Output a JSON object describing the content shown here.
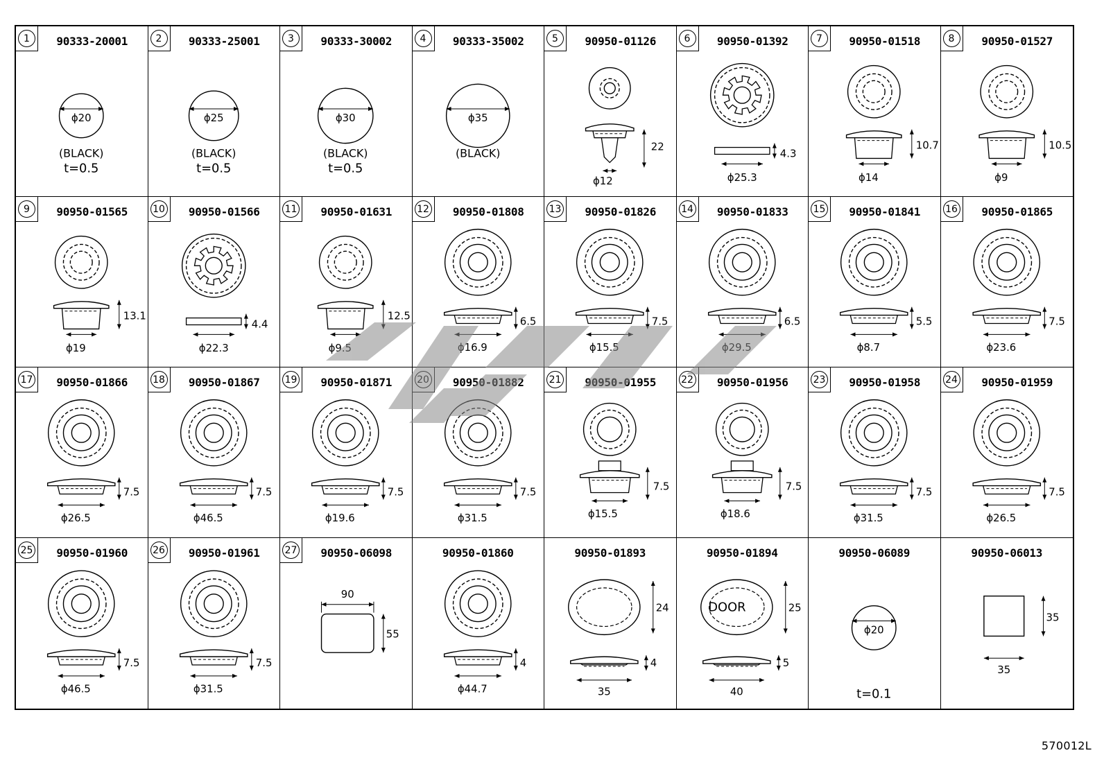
{
  "parts": [
    {
      "index": "1",
      "part_no": "90333-20001",
      "type": "plug",
      "labels": [
        "ϕ20",
        "(BLACK)",
        "t=0.5"
      ]
    },
    {
      "index": "2",
      "part_no": "90333-25001",
      "type": "plug",
      "labels": [
        "ϕ25",
        "(BLACK)",
        "t=0.5"
      ]
    },
    {
      "index": "3",
      "part_no": "90333-30002",
      "type": "plug",
      "labels": [
        "ϕ30",
        "(BLACK)",
        "t=0.5"
      ]
    },
    {
      "index": "4",
      "part_no": "90333-35002",
      "type": "plug",
      "labels": [
        "ϕ35",
        "(BLACK)"
      ]
    },
    {
      "index": "5",
      "part_no": "90950-01126",
      "type": "clip",
      "labels": [
        "ϕ12",
        "22"
      ]
    },
    {
      "index": "6",
      "part_no": "90950-01392",
      "type": "gear",
      "labels": [
        "ϕ25.3",
        "4.3"
      ]
    },
    {
      "index": "7",
      "part_no": "90950-01518",
      "type": "stem",
      "labels": [
        "ϕ14",
        "10.7"
      ]
    },
    {
      "index": "8",
      "part_no": "90950-01527",
      "type": "stem",
      "labels": [
        "ϕ9",
        "10.5"
      ]
    },
    {
      "index": "9",
      "part_no": "90950-01565",
      "type": "stem",
      "labels": [
        "ϕ19",
        "13.1"
      ]
    },
    {
      "index": "10",
      "part_no": "90950-01566",
      "type": "gear",
      "labels": [
        "ϕ22.3",
        "4.4"
      ]
    },
    {
      "index": "11",
      "part_no": "90950-01631",
      "type": "stem",
      "labels": [
        "ϕ9.5",
        "12.5"
      ]
    },
    {
      "index": "12",
      "part_no": "90950-01808",
      "type": "grommet",
      "labels": [
        "ϕ16.9",
        "6.5"
      ]
    },
    {
      "index": "13",
      "part_no": "90950-01826",
      "type": "grommet",
      "labels": [
        "ϕ15.5",
        "7.5"
      ]
    },
    {
      "index": "14",
      "part_no": "90950-01833",
      "type": "grommet",
      "labels": [
        "ϕ29.5",
        "6.5"
      ]
    },
    {
      "index": "15",
      "part_no": "90950-01841",
      "type": "grommet",
      "labels": [
        "ϕ8.7",
        "5.5"
      ]
    },
    {
      "index": "16",
      "part_no": "90950-01865",
      "type": "grommet",
      "labels": [
        "ϕ23.6",
        "7.5"
      ]
    },
    {
      "index": "17",
      "part_no": "90950-01866",
      "type": "grommet",
      "labels": [
        "ϕ26.5",
        "7.5"
      ]
    },
    {
      "index": "18",
      "part_no": "90950-01867",
      "type": "grommet",
      "labels": [
        "ϕ46.5",
        "7.5"
      ]
    },
    {
      "index": "19",
      "part_no": "90950-01871",
      "type": "grommet",
      "labels": [
        "ϕ19.6",
        "7.5"
      ]
    },
    {
      "index": "20",
      "part_no": "90950-01882",
      "type": "grommet",
      "labels": [
        "ϕ31.5",
        "7.5"
      ]
    },
    {
      "index": "21",
      "part_no": "90950-01955",
      "type": "boss",
      "labels": [
        "ϕ15.5",
        "7.5"
      ]
    },
    {
      "index": "22",
      "part_no": "90950-01956",
      "type": "boss",
      "labels": [
        "ϕ18.6",
        "7.5"
      ]
    },
    {
      "index": "23",
      "part_no": "90950-01958",
      "type": "grommet",
      "labels": [
        "ϕ31.5",
        "7.5"
      ]
    },
    {
      "index": "24",
      "part_no": "90950-01959",
      "type": "grommet",
      "labels": [
        "ϕ26.5",
        "7.5"
      ]
    },
    {
      "index": "25",
      "part_no": "90950-01960",
      "type": "grommet",
      "labels": [
        "ϕ46.5",
        "7.5"
      ]
    },
    {
      "index": "26",
      "part_no": "90950-01961",
      "type": "grommet",
      "labels": [
        "ϕ31.5",
        "7.5"
      ]
    },
    {
      "index": "27",
      "part_no": "90950-06098",
      "type": "tape",
      "labels": [
        "90",
        "55"
      ]
    },
    {
      "index": "",
      "part_no": "90950-01860",
      "type": "grommet",
      "labels": [
        "ϕ44.7",
        "4"
      ]
    },
    {
      "index": "",
      "part_no": "90950-01893",
      "type": "oval",
      "labels": [
        "35",
        "24",
        "4"
      ]
    },
    {
      "index": "",
      "part_no": "90950-01894",
      "type": "oval",
      "labels": [
        "40",
        "25",
        "5",
        "DOOR"
      ]
    },
    {
      "index": "",
      "part_no": "90950-06089",
      "type": "plug",
      "labels": [
        "ϕ20",
        "t=0.1"
      ]
    },
    {
      "index": "",
      "part_no": "90950-06013",
      "type": "square",
      "labels": [
        "35",
        "35"
      ]
    }
  ],
  "footer_code": "570012L"
}
